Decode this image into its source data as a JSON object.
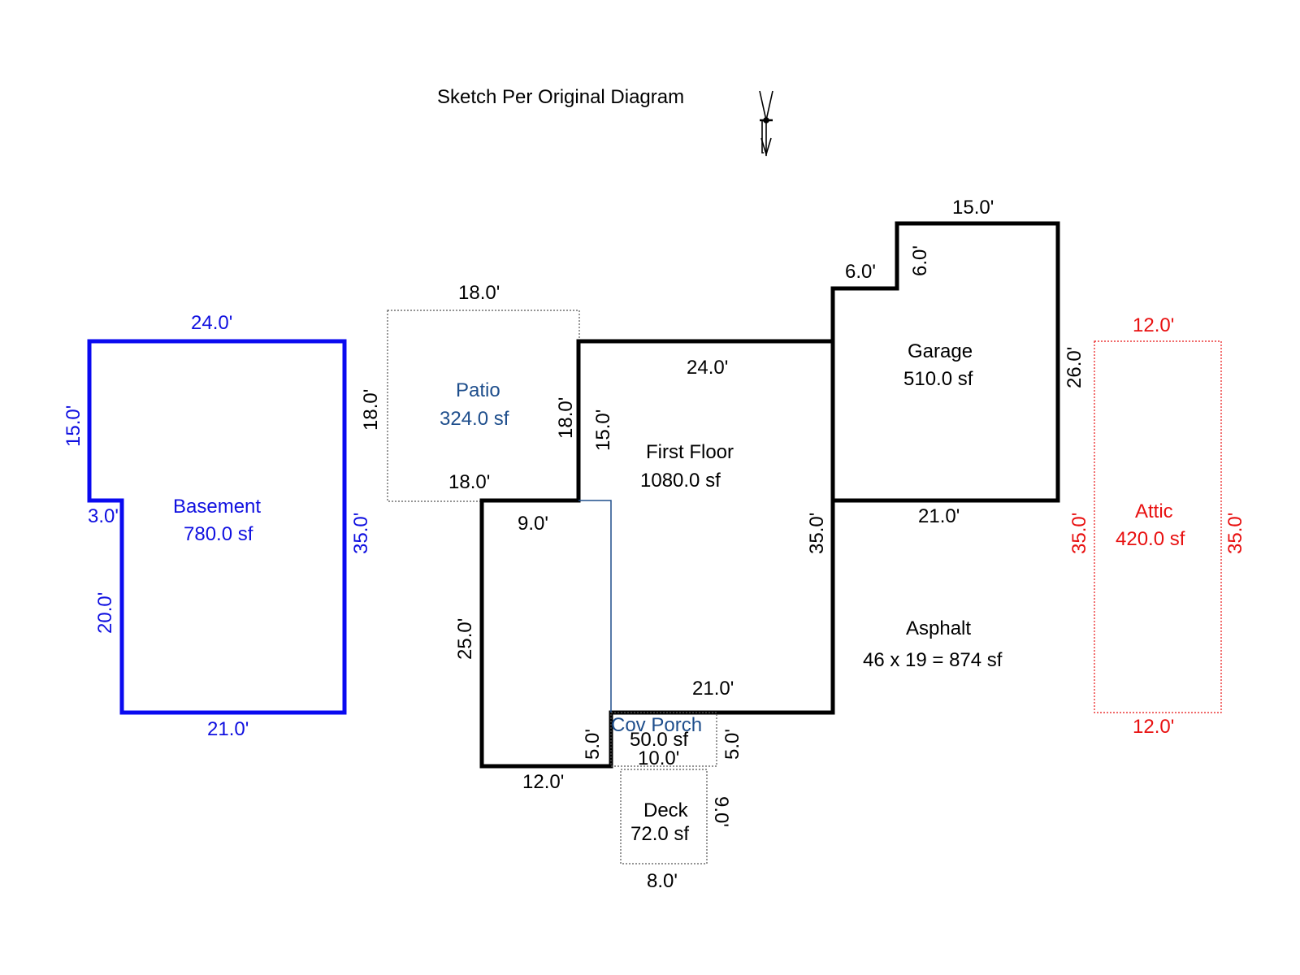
{
  "title": "Sketch Per Original Diagram",
  "colors": {
    "basement": "#0a0af0",
    "attic": "#e81010",
    "outline": "#000000",
    "patio_text": "#1e4e8c",
    "porch_line": "#1e4e8c",
    "dotted": "#555555"
  },
  "icons": {
    "north_arrow": "north-arrow-icon"
  },
  "areas": {
    "basement": {
      "name": "Basement",
      "area": "780.0 sf"
    },
    "patio": {
      "name": "Patio",
      "area": "324.0 sf"
    },
    "first_floor": {
      "name": "First Floor",
      "area": "1080.0 sf"
    },
    "garage": {
      "name": "Garage",
      "area": "510.0 sf"
    },
    "attic": {
      "name": "Attic",
      "area": "420.0 sf"
    },
    "asphalt": {
      "name": "Asphalt",
      "area": "46 x 19 = 874 sf"
    },
    "porch": {
      "name": "Cov Porch",
      "area": "50.0 sf"
    },
    "deck": {
      "name": "Deck",
      "area": "72.0 sf"
    }
  },
  "dimensions": {
    "basement": {
      "top": "24.0'",
      "left_upper": "15.0'",
      "notch": "3.0'",
      "left_lower": "20.0'",
      "right": "35.0'",
      "bottom": "21.0'"
    },
    "patio": {
      "top": "18.0'",
      "left": "18.0'",
      "right": "18.0'",
      "bottom": "18.0'"
    },
    "first_floor": {
      "top": "24.0'",
      "left_upper": "15.0'",
      "ell_top": "9.0'",
      "ell_left": "25.0'",
      "ell_bottom": "12.0'",
      "porch_left": "5.0'",
      "bottom": "21.0'",
      "right": "35.0'"
    },
    "garage": {
      "top": "15.0'",
      "step_top": "6.0'",
      "step_side": "6.0'",
      "right": "26.0'",
      "bottom": "21.0'"
    },
    "attic": {
      "top": "12.0'",
      "bottom": "12.0'",
      "left": "35.0'",
      "right": "35.0'"
    },
    "porch": {
      "bottom": "10.0'",
      "right": "5.0'"
    },
    "deck": {
      "right": "9.0'",
      "bottom": "8.0'"
    }
  }
}
